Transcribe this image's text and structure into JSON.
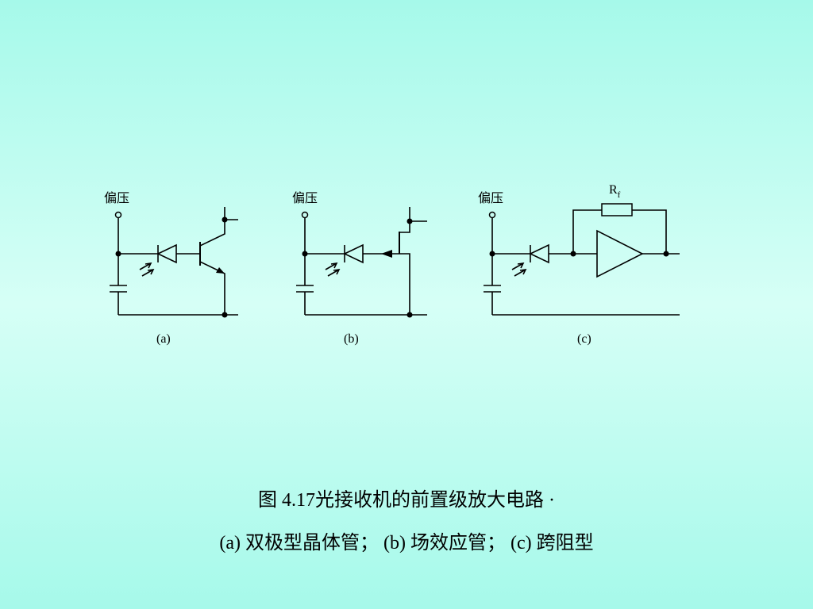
{
  "circuits": [
    {
      "bias_label": "偏压",
      "sublabel": "(a)"
    },
    {
      "bias_label": "偏压",
      "sublabel": "(b)"
    },
    {
      "bias_label": "偏压",
      "sublabel": "(c)"
    }
  ],
  "feedback_resistor": {
    "label_main": "R",
    "label_sub": "f"
  },
  "caption": {
    "line1": "图 4.17光接收机的前置级放大电路 ·",
    "line2": "(a) 双极型晶体管；  (b) 场效应管；  (c) 跨阻型"
  }
}
